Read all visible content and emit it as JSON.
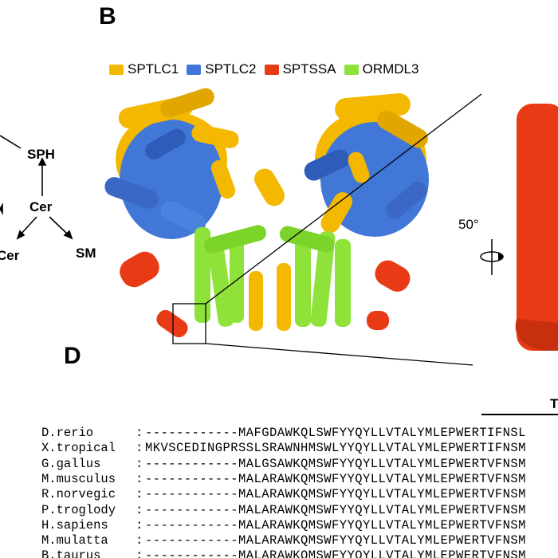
{
  "panels": {
    "b": "B",
    "d": "D"
  },
  "legend": [
    {
      "label": "SPTLC1",
      "color": "#f5b800"
    },
    {
      "label": "SPTLC2",
      "color": "#4178d8"
    },
    {
      "label": "SPTSSA",
      "color": "#e83a14"
    },
    {
      "label": "ORMDL3",
      "color": "#8ee23a"
    }
  ],
  "pathway": {
    "sph": "SPH",
    "cer": "Cer",
    "cer_partial": "Cer",
    "sm": "SM"
  },
  "rotation": {
    "angle": "50°"
  },
  "alignment": {
    "tm_label": "T",
    "rows": [
      {
        "species": "D.rerio",
        "seq": "------------MAFGDAWKQLSWFYYQYLLVTALYMLEPWERTIFNSL"
      },
      {
        "species": "X.tropical",
        "seq": "MKVSCEDINGPRSSLSRAWNHMSWLYYQYLLVTALYMLEPWERTIFNSM"
      },
      {
        "species": "G.gallus",
        "seq": "------------MALGSAWKQMSWFYYQYLLVTALYMLEPWERTVFNSM"
      },
      {
        "species": "M.musculus",
        "seq": "------------MALARAWKQMSWFYYQYLLVTALYMLEPWERTVFNSM"
      },
      {
        "species": "R.norvegic",
        "seq": "------------MALARAWKQMSWFYYQYLLVTALYMLEPWERTVFNSM"
      },
      {
        "species": "P.troglody",
        "seq": "------------MALARAWKQMSWFYYQYLLVTALYMLEPWERTVFNSM"
      },
      {
        "species": "H.sapiens",
        "seq": "------------MALARAWKQMSWFYYQYLLVTALYMLEPWERTVFNSM"
      },
      {
        "species": "M.mulatta",
        "seq": "------------MALARAWKQMSWFYYQYLLVTALYMLEPWERTVFNSM"
      },
      {
        "species": "B.taurus",
        "seq": "------------MALARAWKQMSWFYYQYLLVTALYMLEPWERTVFNSM"
      }
    ]
  }
}
